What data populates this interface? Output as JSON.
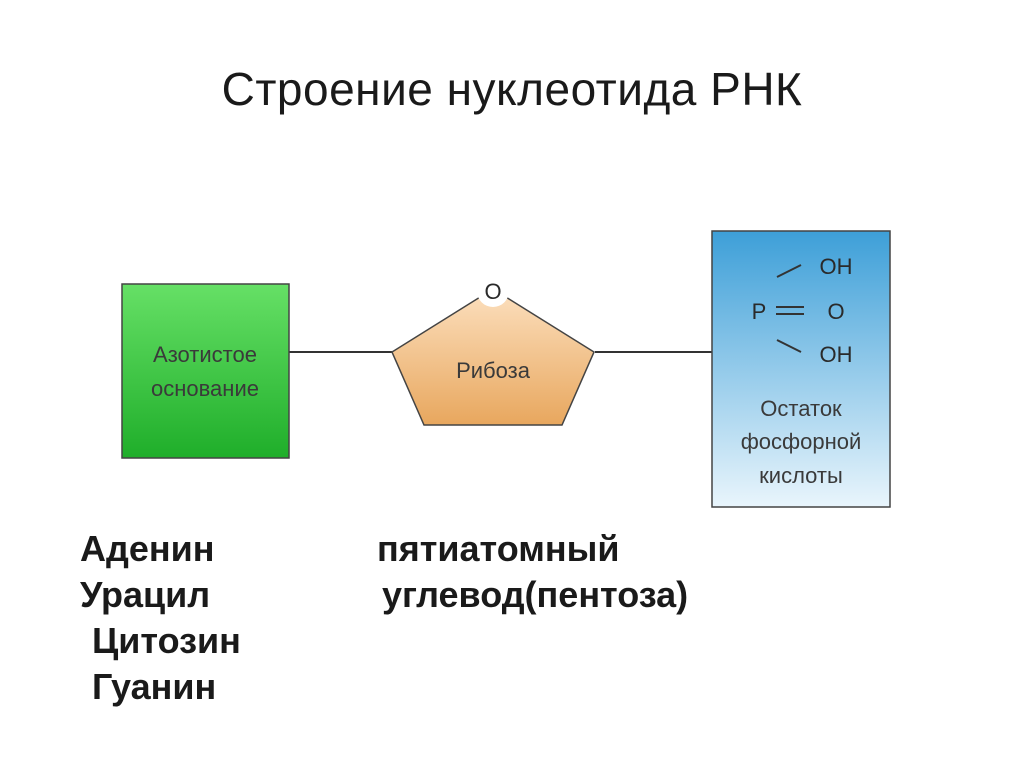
{
  "title": "Строение нуклеотида РНК",
  "diagram": {
    "base_box": {
      "line1": "Азотистое",
      "line2": "основание",
      "fill_light": "#66e066",
      "fill_dark": "#1fae2a"
    },
    "sugar": {
      "label": "Рибоза",
      "ring_oxygen": "O",
      "fill_light": "#fce0bf",
      "fill_dark": "#e8a75e"
    },
    "phosphate_box": {
      "atom_p": "P",
      "group_top": "OH",
      "group_mid": "O",
      "group_bottom": "OH",
      "caption_line1": "Остаток",
      "caption_line2": "фосфорной",
      "caption_line3": "кислоты",
      "fill_light": "#e9f5fc",
      "fill_dark": "#3d9fd8"
    }
  },
  "bases_list": [
    "Аденин",
    "Урацил",
    "Цитозин",
    "Гуанин"
  ],
  "sugar_description": {
    "line1": "пятиатомный",
    "line2": "углевод(пентоза)"
  }
}
